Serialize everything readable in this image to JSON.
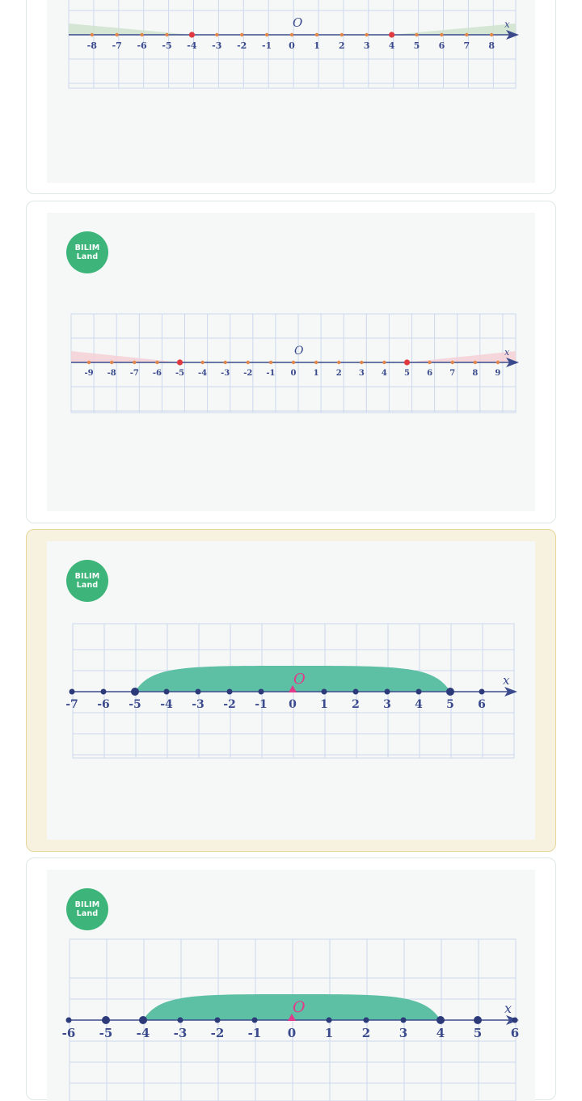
{
  "logo": {
    "line1": "BILIM",
    "line2": "Land"
  },
  "options": [
    {
      "id": "option-1",
      "origin_label": "O",
      "axis_label": "x",
      "ticks": [
        "-8",
        "-7",
        "-6",
        "-5",
        "-4",
        "-3",
        "-2",
        "-1",
        "0",
        "1",
        "2",
        "3",
        "4",
        "5",
        "6",
        "7",
        "8"
      ],
      "solution": "x ≤ -4 or x ≥ 4",
      "closed_points": [
        -4,
        4
      ],
      "shade_color": "#cfe3cf",
      "point_color": "#e0393f",
      "selected": false
    },
    {
      "id": "option-2",
      "origin_label": "O",
      "axis_label": "x",
      "ticks": [
        "-9",
        "-8",
        "-7",
        "-6",
        "-5",
        "-4",
        "-3",
        "-2",
        "-1",
        "0",
        "1",
        "2",
        "3",
        "4",
        "5",
        "6",
        "7",
        "8",
        "9"
      ],
      "solution": "x ≤ -5 or x ≥ 5",
      "closed_points": [
        -5,
        5
      ],
      "shade_color": "#f5d0d6",
      "point_color": "#e0393f",
      "selected": false
    },
    {
      "id": "option-3",
      "origin_label": "O",
      "axis_label": "x",
      "ticks": [
        "-7",
        "-6",
        "-5",
        "-4",
        "-3",
        "-2",
        "-1",
        "0",
        "1",
        "2",
        "3",
        "4",
        "5",
        "6"
      ],
      "solution": "-5 ≤ x ≤ 5",
      "closed_points": [
        -5,
        5
      ],
      "shade_color": "#5dbfa4",
      "point_color": "#2d3a7a",
      "selected": true
    },
    {
      "id": "option-4",
      "origin_label": "O",
      "axis_label": "x",
      "ticks": [
        "-6",
        "-5",
        "-4",
        "-3",
        "-2",
        "-1",
        "0",
        "1",
        "2",
        "3",
        "4",
        "5",
        "6"
      ],
      "solution": "-4 ≤ x ≤ 4",
      "closed_points": [
        -4,
        4
      ],
      "marked_points": [
        -5,
        5
      ],
      "shade_color": "#5dbfa4",
      "point_color": "#2d3a7a",
      "selected": false
    }
  ]
}
